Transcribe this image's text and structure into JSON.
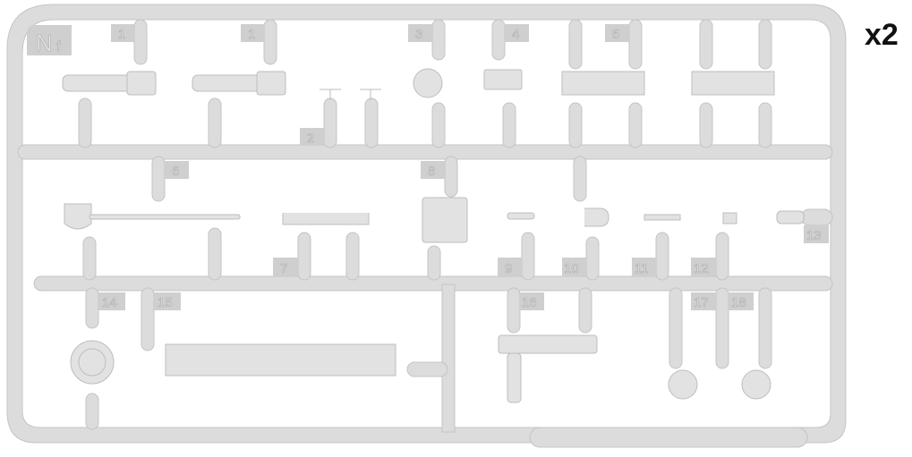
{
  "sprue": {
    "letter": "N",
    "letter_suffix": "f",
    "quantity": "x2",
    "part_numbers": [
      "1",
      "1",
      "3",
      "4",
      "5",
      "2",
      "6",
      "8",
      "7",
      "9",
      "10",
      "11",
      "12",
      "13",
      "14",
      "15",
      "16",
      "17",
      "18"
    ]
  },
  "colors": {
    "plastic": "#dcdcdc",
    "background": "#ffffff",
    "text": "#111111"
  }
}
